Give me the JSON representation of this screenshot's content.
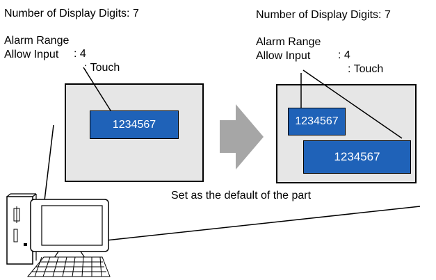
{
  "left_block": {
    "digits_label": "Number of Display Digits: 7",
    "alarm_label": "Alarm Range",
    "alarm_value": ": 4",
    "input_label": "Allow Input",
    "input_value": ": Touch"
  },
  "right_block": {
    "digits_label": "Number of Display Digits: 7",
    "alarm_label": "Alarm Range",
    "alarm_value": ": 4",
    "input_label": "Allow Input",
    "input_value": ": Touch"
  },
  "left_screen": {
    "display_value": "1234567"
  },
  "right_screen": {
    "display_small_value": "1234567",
    "display_large_value": "1234567"
  },
  "caption": "Set as the default of the part",
  "colors": {
    "display": "#1f62b8",
    "panel": "#e6e6e6",
    "arrow": "#a6a6a6"
  }
}
